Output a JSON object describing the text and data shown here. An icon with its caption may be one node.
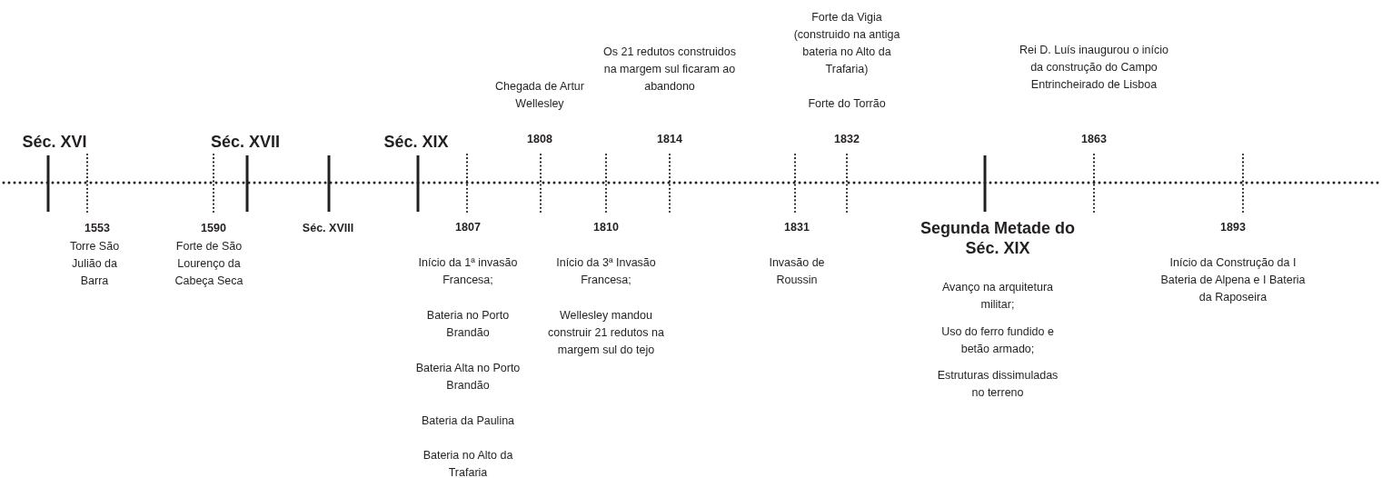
{
  "diagram": {
    "labels": [
      "Séc. XVI",
      "1553",
      "Torre São Julião da Barra",
      "Séc. XVII",
      "1590",
      "Forte de São Lourenço da Cabeça Seca",
      "Séc. XVIII",
      "Séc. XIX",
      "Chegada de Artur Wellesley",
      "1808",
      "Os 21 redutos construidos na margem sul ficaram ao abandono",
      "1814",
      "Forte da Vigia (construido na antiga bateria no Alto da Trafaria)",
      "Forte do Torrão",
      "1832",
      "1807",
      "Início da 1ª invasão Francesa;",
      "Bateria no Porto Brandão",
      "Bateria Alta no Porto Brandão",
      "Bateria da Paulina",
      "Bateria no Alto da Trafaria",
      "1810",
      "Início da 3ª Invasão Francesa;",
      "Wellesley mandou construir 21 redutos na margem sul do tejo",
      "1831",
      "Invasão de Roussin",
      "Segunda Metade do Séc. XIX",
      "Avanço na arquitetura militar;",
      "Uso do ferro fundido e betão armado;",
      "Estruturas dissimuladas no terreno",
      "Rei D. Luís inaugurou o início da construção do Campo Entrincheirado de Lisboa",
      "1863",
      "1893",
      "Início da Construção da I Bateria de Alpena e I Bateria da Raposeira"
    ]
  }
}
